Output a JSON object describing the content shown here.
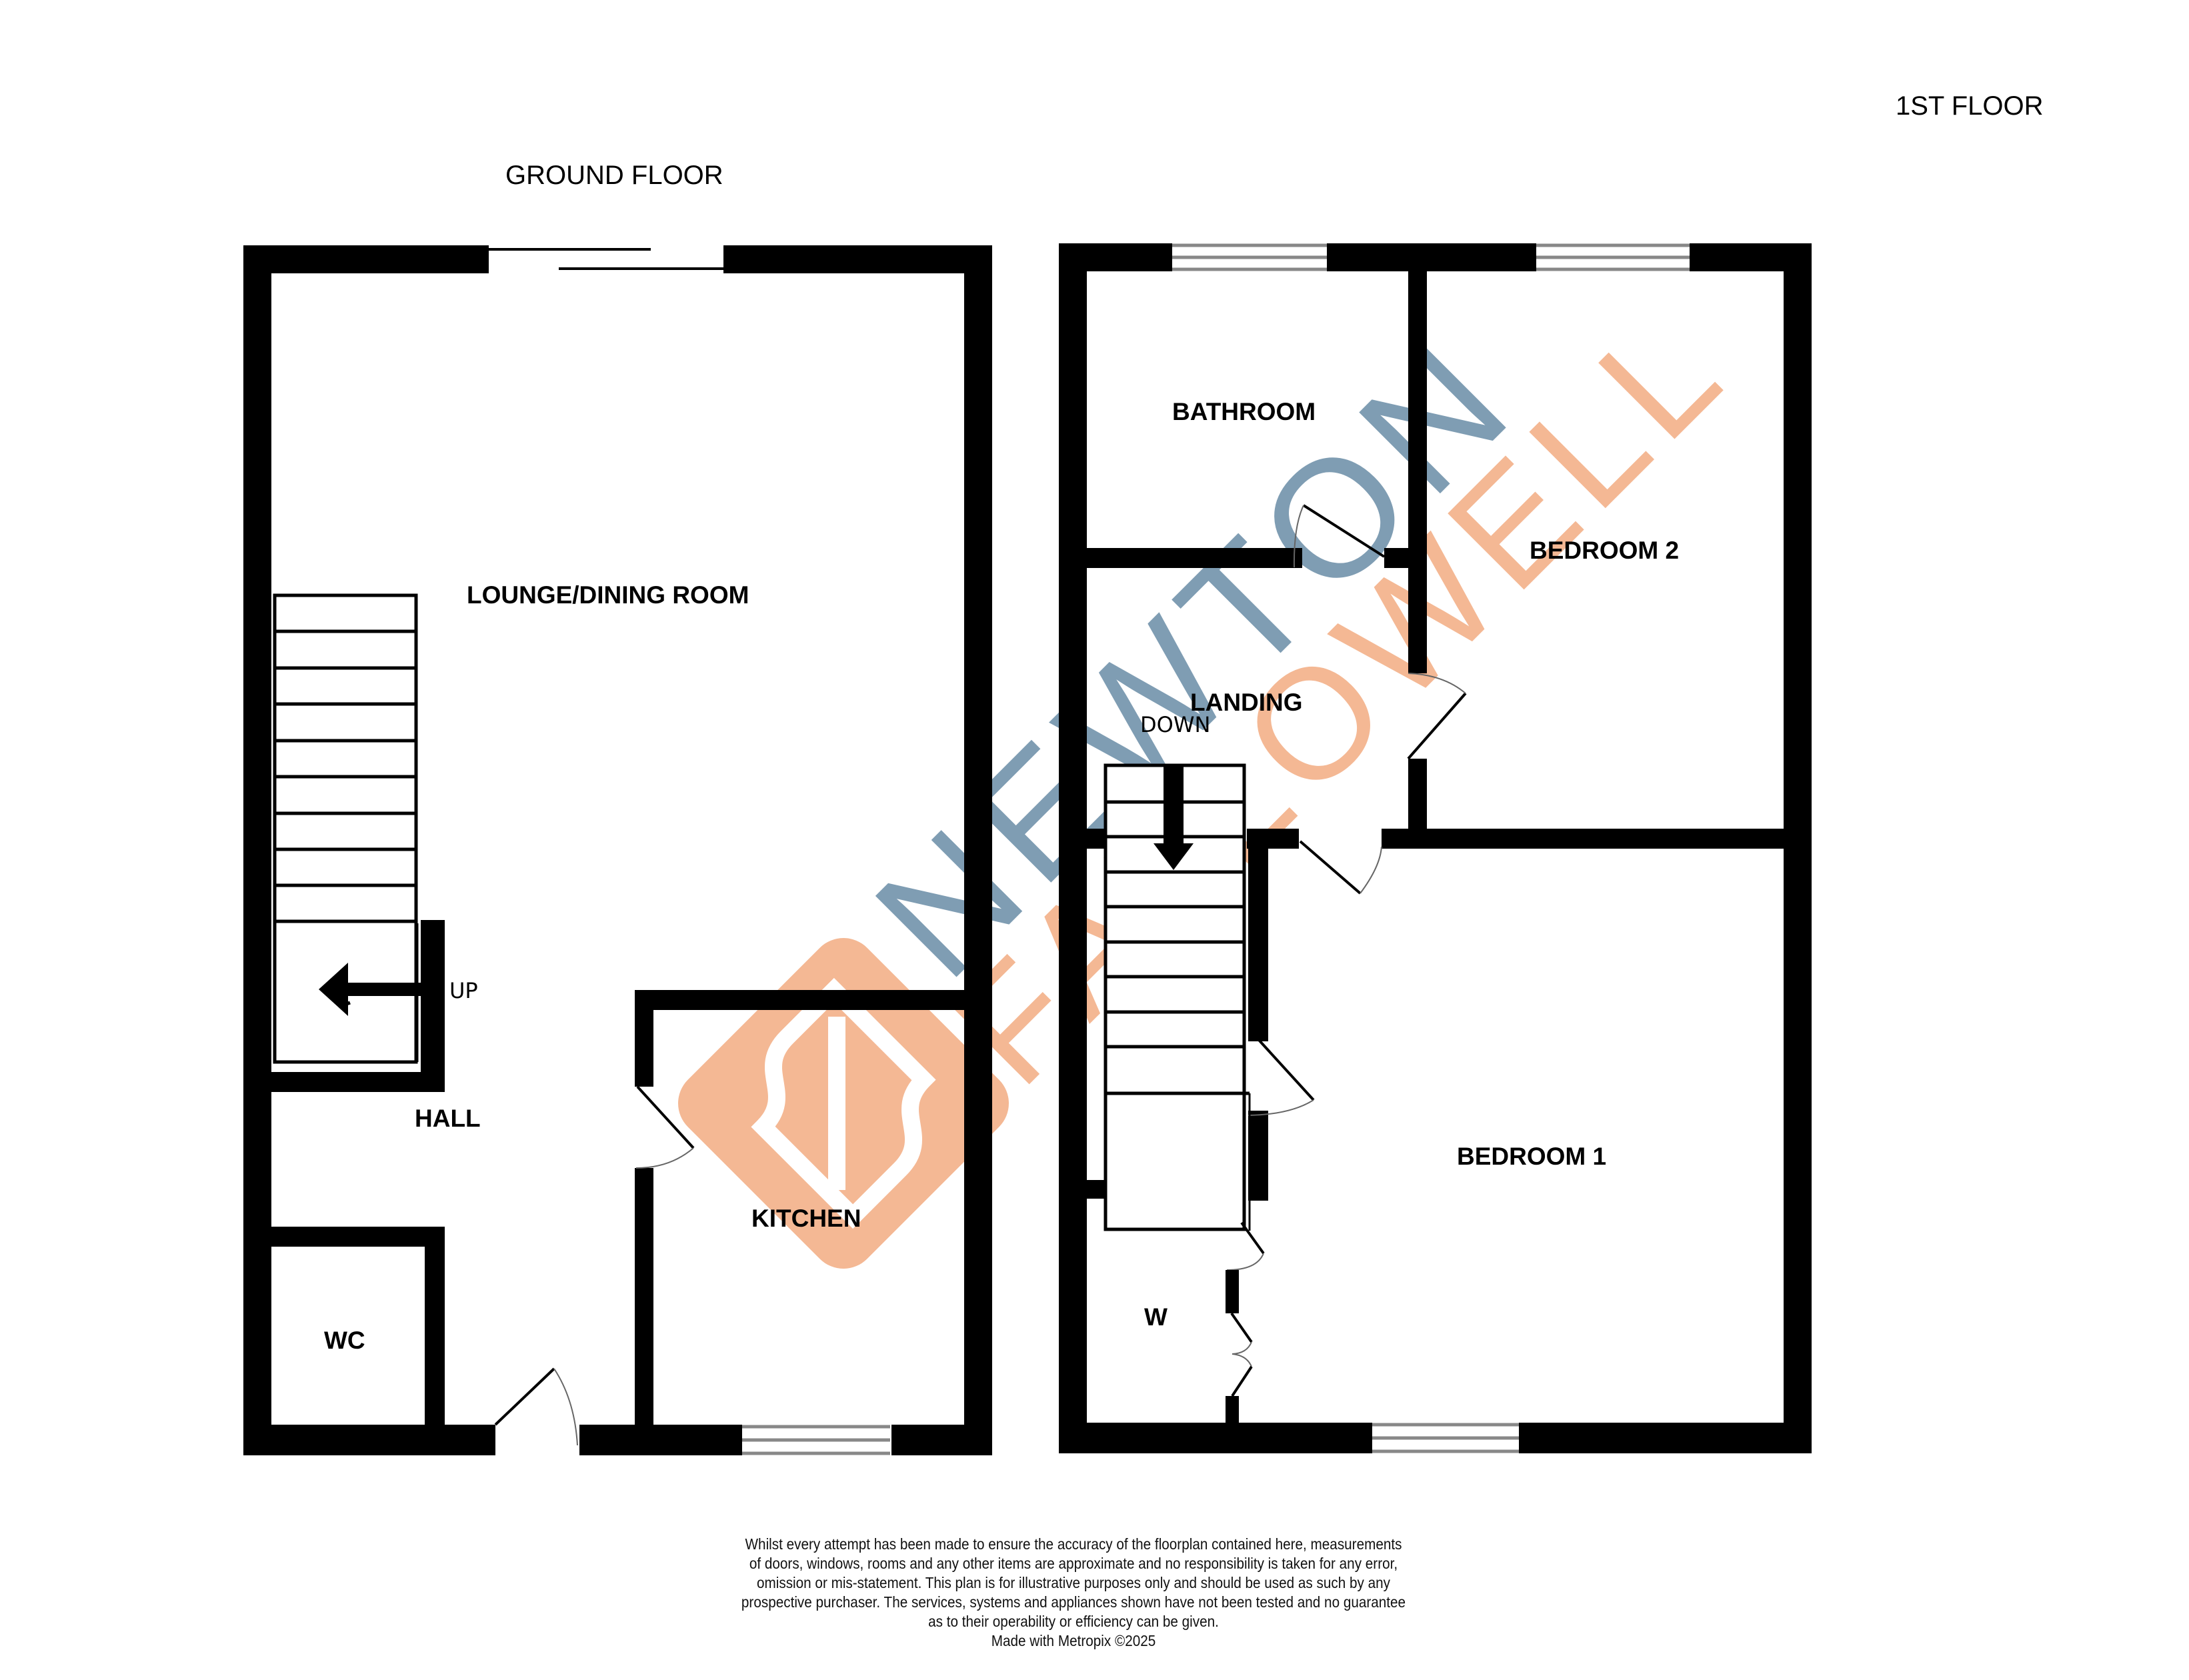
{
  "floors": {
    "ground": {
      "title": "GROUND FLOOR",
      "rooms": {
        "lounge": "LOUNGE/DINING ROOM",
        "hall": "HALL",
        "kitchen": "KITCHEN",
        "wc": "WC"
      },
      "stairs_label": "UP"
    },
    "first": {
      "title": "1ST FLOOR",
      "rooms": {
        "bathroom": "BATHROOM",
        "bedroom2": "BEDROOM 2",
        "landing": "LANDING",
        "bedroom1": "BEDROOM 1",
        "wardrobe": "W"
      },
      "stairs_label": "DOWN"
    }
  },
  "watermark": {
    "line1": "NEWTON",
    "line2": "FALLOWELL",
    "color_blue": "#7f9db3",
    "color_orange": "#f4b894"
  },
  "disclaimer": {
    "lines": [
      "Whilst every attempt has been made to ensure the accuracy of the floorplan contained here, measurements",
      "of doors, windows, rooms and any other items are approximate and no responsibility is taken for any error,",
      "omission or mis-statement. This plan is for illustrative purposes only and should be used as such by any",
      "prospective purchaser. The services, systems and appliances shown have not been tested and no guarantee",
      "as to their operability or efficiency can be given."
    ],
    "credit": "Made with Metropix ©2025"
  }
}
